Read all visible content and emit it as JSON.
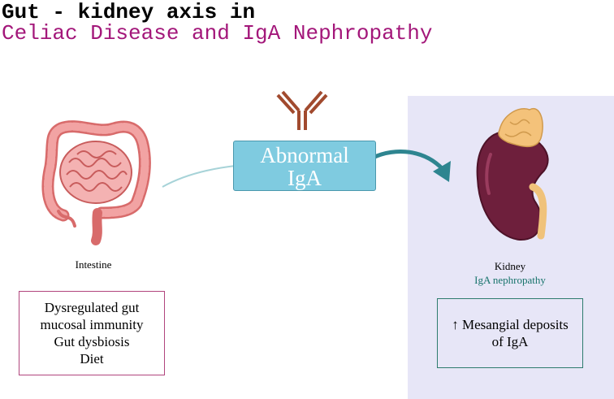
{
  "title": {
    "line1": "Gut - kidney axis in",
    "line2": "Celiac Disease and IgA Nephropathy"
  },
  "center": {
    "antibody_icon": "antibody-icon",
    "box_line1": "Abnormal",
    "box_line2": "IgA"
  },
  "intestine": {
    "icon": "intestine-icon",
    "label": "Intestine",
    "factors": [
      "Dysregulated gut",
      "mucosal immunity",
      "Gut dysbiosis",
      "Diet"
    ]
  },
  "kidney": {
    "icon": "kidney-icon",
    "label": "Kidney",
    "sublabel": "IgA nephropathy",
    "finding_line1": "↑ Mesangial deposits",
    "finding_line2": "of IgA"
  },
  "colors": {
    "title_accent": "#a3177a",
    "panel_bg": "#e7e6f7",
    "iga_box": "#7fcbe0",
    "arrow": "#2e8590",
    "antibody": "#a14a2e",
    "intestine": "#e88a8a",
    "kidney": "#6e1f3c"
  }
}
